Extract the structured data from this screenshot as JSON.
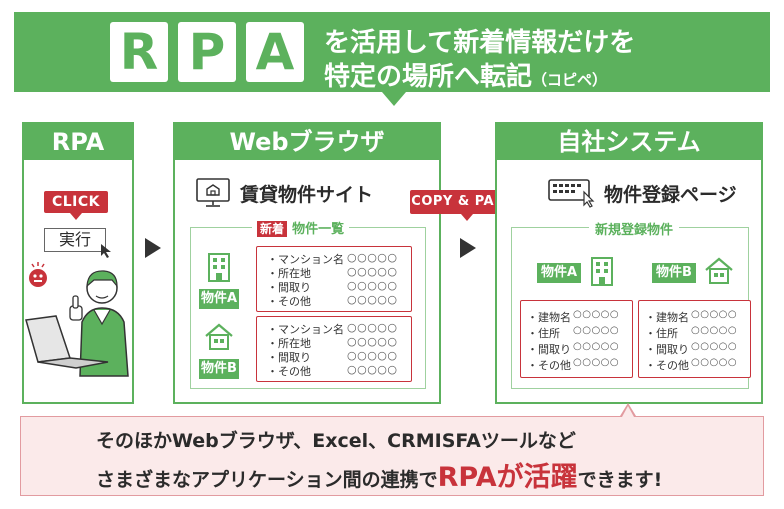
{
  "header": {
    "letters": [
      "R",
      "P",
      "A"
    ],
    "line1": "を活用して新着情報だけを",
    "line2": "特定の場所へ転記",
    "line2_small": "（コピペ）"
  },
  "rpa_panel": {
    "title": "RPA",
    "click_tag": "CLICK",
    "exec_button": "実行"
  },
  "browser_panel": {
    "title": "Webブラウザ",
    "site_name": "賃貸物件サイト",
    "new_badge": "新着",
    "list_title": "物件一覧",
    "properties": [
      {
        "label": "物件A",
        "icon": "building-icon"
      },
      {
        "label": "物件B",
        "icon": "house-icon"
      }
    ],
    "fields": [
      "・マンション名",
      "・所在地",
      "・間取り",
      "・その他"
    ],
    "placeholder": "○○○○○"
  },
  "copy_tag": "COPY & PASTE",
  "system_panel": {
    "title": "自社システム",
    "page_name": "物件登録ページ",
    "frame_title": "新規登録物件",
    "properties": [
      {
        "label": "物件A",
        "icon": "building-icon"
      },
      {
        "label": "物件B",
        "icon": "house-icon"
      }
    ],
    "fields": [
      "・建物名",
      "・住所",
      "・間取り",
      "・その他"
    ],
    "placeholder": "○○○○○"
  },
  "bottom": {
    "line1": "そのほかWebブラウザ、Excel、CRMISFAツールなど",
    "line2_pre": "さまざまなアプリケーション間の連携で",
    "line2_em": "RPAが活躍",
    "line2_post": "できます!"
  },
  "colors": {
    "green": "#5cb15d",
    "red": "#c8333b",
    "pink_bg": "#fbeaea"
  }
}
